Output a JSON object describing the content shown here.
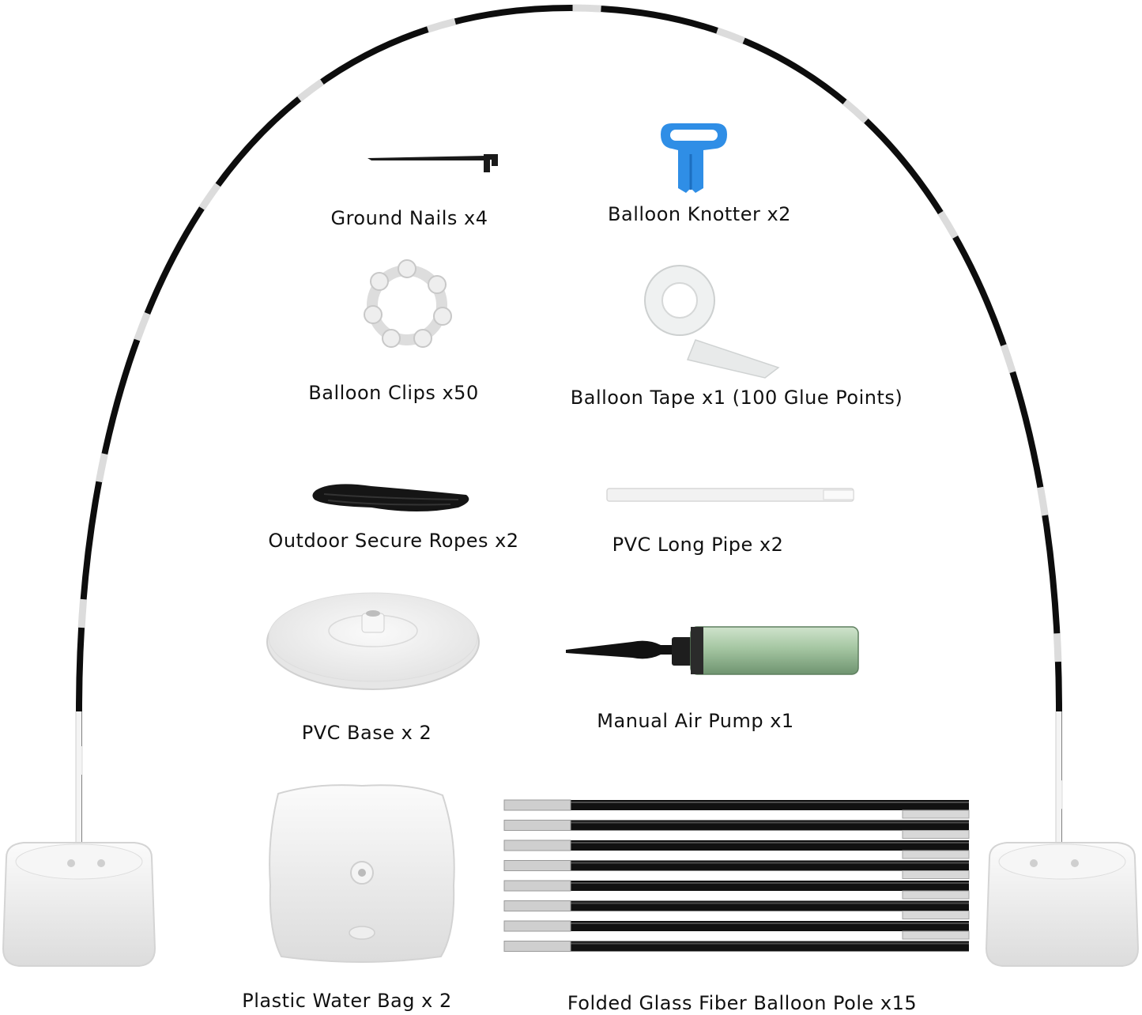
{
  "items": [
    {
      "id": "ground-nails",
      "label": "Ground Nails x4"
    },
    {
      "id": "balloon-knotter",
      "label": "Balloon Knotter x2"
    },
    {
      "id": "balloon-clips",
      "label": "Balloon Clips x50"
    },
    {
      "id": "balloon-tape",
      "label": "Balloon Tape x1 (100 Glue Points)"
    },
    {
      "id": "outdoor-ropes",
      "label": "Outdoor Secure Ropes x2"
    },
    {
      "id": "pvc-long-pipe",
      "label": "PVC Long Pipe x2"
    },
    {
      "id": "pvc-base",
      "label": "PVC Base x 2"
    },
    {
      "id": "air-pump",
      "label": "Manual Air Pump x1"
    },
    {
      "id": "water-bag",
      "label": "Plastic Water Bag x 2"
    },
    {
      "id": "balloon-pole",
      "label": "Folded Glass Fiber Balloon Pole x15"
    }
  ],
  "colors": {
    "background": "#ffffff",
    "arch_black": "#0d0d0d",
    "arch_silver": "#d9d9d9",
    "knotter_blue": "#2f8ee6",
    "pump_green": "#a9c9a6",
    "base_white": "#f1f1f1"
  }
}
